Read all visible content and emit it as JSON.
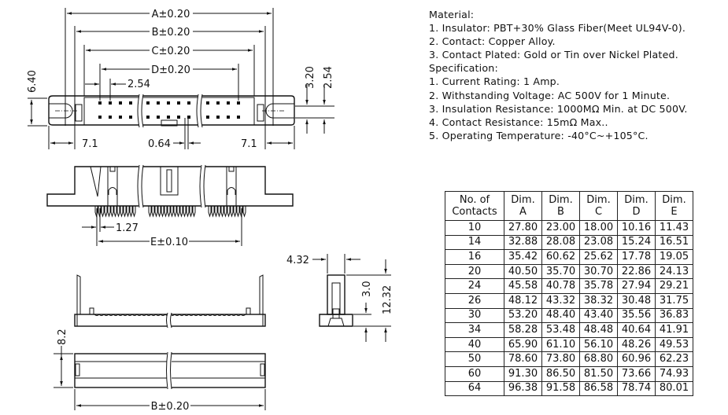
{
  "dimensions": {
    "a": "A±0.20",
    "b": "B±0.20",
    "c": "C±0.20",
    "d": "D±0.20",
    "e": "E±0.10",
    "b_bottom": "B±0.20",
    "height_640": "6.40",
    "pitch_254": "2.54",
    "left_71": "7.1",
    "right_71": "7.1",
    "pin_064": "0.64",
    "side_320": "3.20",
    "side_254": "2.54",
    "pitch_127": "1.27",
    "width_432": "4.32",
    "height_30": "3.0",
    "height_1232": "12.32",
    "height_82": "8.2"
  },
  "spec": {
    "lines": [
      "Material:",
      "1. Insulator: PBT+30% Glass Fiber(Meet UL94V-0).",
      "2. Contact: Copper Alloy.",
      "3. Contact Plated: Gold or Tin over Nickel Plated.",
      "Specification:",
      "1. Current Rating: 1 Amp.",
      "2. Withstanding Voltage: AC 500V for 1 Minute.",
      "3. Insulation Resistance: 1000MΩ Min. at DC 500V.",
      "4. Contact Resistance: 15mΩ Max..",
      "5. Operating Temperature: -40°C~+105°C."
    ]
  },
  "table": {
    "headers": [
      [
        "No. of",
        "Contacts"
      ],
      [
        "Dim.",
        "A"
      ],
      [
        "Dim.",
        "B"
      ],
      [
        "Dim.",
        "C"
      ],
      [
        "Dim.",
        "D"
      ],
      [
        "Dim.",
        "E"
      ]
    ],
    "rows": [
      [
        "10",
        "27.80",
        "23.00",
        "18.00",
        "10.16",
        "11.43"
      ],
      [
        "14",
        "32.88",
        "28.08",
        "23.08",
        "15.24",
        "16.51"
      ],
      [
        "16",
        "35.42",
        "60.62",
        "25.62",
        "17.78",
        "19.05"
      ],
      [
        "20",
        "40.50",
        "35.70",
        "30.70",
        "22.86",
        "24.13"
      ],
      [
        "24",
        "45.58",
        "40.78",
        "35.78",
        "27.94",
        "29.21"
      ],
      [
        "26",
        "48.12",
        "43.32",
        "38.32",
        "30.48",
        "31.75"
      ],
      [
        "30",
        "53.20",
        "48.40",
        "43.40",
        "35.56",
        "36.83"
      ],
      [
        "34",
        "58.28",
        "53.48",
        "48.48",
        "40.64",
        "41.91"
      ],
      [
        "40",
        "65.90",
        "61.10",
        "56.10",
        "48.26",
        "49.53"
      ],
      [
        "50",
        "78.60",
        "73.80",
        "68.80",
        "60.96",
        "62.23"
      ],
      [
        "60",
        "91.30",
        "86.50",
        "81.50",
        "73.66",
        "74.93"
      ],
      [
        "64",
        "96.38",
        "91.58",
        "86.58",
        "78.74",
        "80.01"
      ]
    ]
  }
}
